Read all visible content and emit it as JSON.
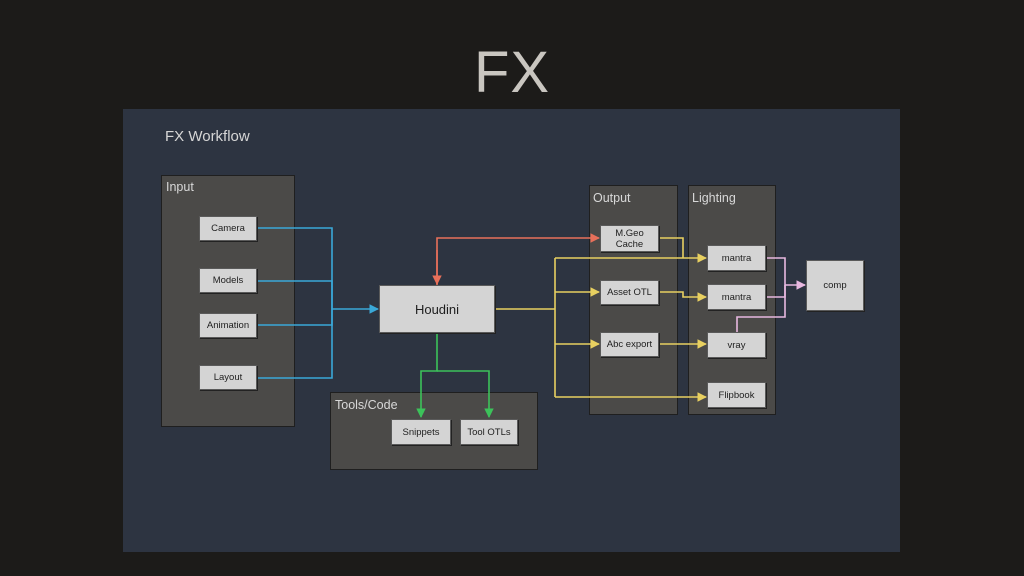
{
  "slide": {
    "title": "FX"
  },
  "diagram": {
    "title": "FX Workflow",
    "groups": {
      "input": "Input",
      "tools": "Tools/Code",
      "output": "Output",
      "lighting": "Lighting"
    },
    "nodes": {
      "camera": "Camera",
      "models": "Models",
      "animation": "Animation",
      "layout": "Layout",
      "houdini": "Houdini",
      "snippets": "Snippets",
      "tool_otls": "Tool OTLs",
      "mgeo_cache": "M.Geo\nCache",
      "asset_otl": "Asset OTL",
      "abc_export": "Abc export",
      "mantra_1": "mantra",
      "mantra_2": "mantra",
      "vray": "vray",
      "flipbook": "Flipbook",
      "comp": "comp"
    },
    "colors": {
      "input_to_houdini": "#3aa8d8",
      "houdini_to_cache": "#e8705a",
      "houdini_to_tools": "#3cc25a",
      "houdini_to_output": "#e8d060",
      "lighting_to_comp": "#e8b8e0"
    }
  }
}
